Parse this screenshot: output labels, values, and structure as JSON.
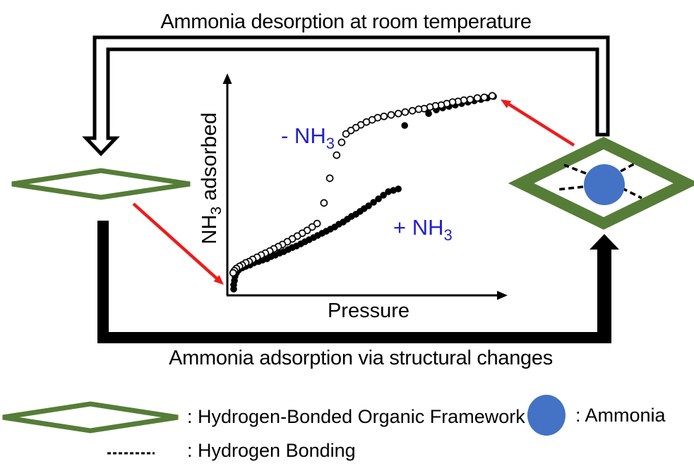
{
  "titles": {
    "top": "Ammonia desorption at room temperature",
    "bottom": "Ammonia adsorption via structural changes"
  },
  "chart": {
    "y_axis_label": {
      "pre": "NH",
      "sub": "3",
      "post": " adsorbed"
    },
    "x_axis_label": "Pressure",
    "series_labels": {
      "desorption": {
        "pre": "- NH",
        "sub": "3"
      },
      "adsorption": {
        "pre": "+ NH",
        "sub": "3"
      }
    }
  },
  "chart_data": {
    "type": "scatter",
    "title": "",
    "xlabel": "Pressure",
    "ylabel": "NH3 adsorbed",
    "axis_style": "qualitative arrow axes, no ticks, no gridlines",
    "xlim": [
      0,
      1
    ],
    "ylim": [
      0,
      1
    ],
    "series": [
      {
        "id": "adsorption",
        "name": "+ NH3 (adsorption, filled circles)",
        "marker": "filled",
        "points": [
          [
            0.023,
            0.029
          ],
          [
            0.023,
            0.049
          ],
          [
            0.026,
            0.068
          ],
          [
            0.028,
            0.088
          ],
          [
            0.033,
            0.104
          ],
          [
            0.041,
            0.117
          ],
          [
            0.054,
            0.127
          ],
          [
            0.067,
            0.134
          ],
          [
            0.082,
            0.14
          ],
          [
            0.097,
            0.15
          ],
          [
            0.113,
            0.156
          ],
          [
            0.128,
            0.163
          ],
          [
            0.144,
            0.169
          ],
          [
            0.159,
            0.179
          ],
          [
            0.174,
            0.186
          ],
          [
            0.19,
            0.195
          ],
          [
            0.205,
            0.202
          ],
          [
            0.221,
            0.212
          ],
          [
            0.236,
            0.221
          ],
          [
            0.251,
            0.228
          ],
          [
            0.267,
            0.238
          ],
          [
            0.282,
            0.248
          ],
          [
            0.297,
            0.257
          ],
          [
            0.313,
            0.267
          ],
          [
            0.328,
            0.277
          ],
          [
            0.344,
            0.287
          ],
          [
            0.359,
            0.296
          ],
          [
            0.374,
            0.306
          ],
          [
            0.39,
            0.316
          ],
          [
            0.405,
            0.329
          ],
          [
            0.421,
            0.339
          ],
          [
            0.436,
            0.352
          ],
          [
            0.451,
            0.365
          ],
          [
            0.467,
            0.375
          ],
          [
            0.482,
            0.388
          ],
          [
            0.497,
            0.401
          ],
          [
            0.513,
            0.414
          ],
          [
            0.531,
            0.43
          ],
          [
            0.549,
            0.446
          ],
          [
            0.567,
            0.463
          ],
          [
            0.585,
            0.479
          ],
          [
            0.603,
            0.485
          ],
          [
            0.621,
            0.492
          ],
          [
            0.644,
            0.785
          ],
          [
            0.731,
            0.84
          ],
          [
            0.759,
            0.857
          ],
          [
            0.782,
            0.866
          ],
          [
            0.805,
            0.873
          ],
          [
            0.828,
            0.879
          ],
          [
            0.851,
            0.886
          ],
          [
            0.874,
            0.893
          ],
          [
            0.897,
            0.899
          ],
          [
            0.921,
            0.905
          ],
          [
            0.944,
            0.912
          ],
          [
            0.967,
            0.919
          ]
        ]
      },
      {
        "id": "desorption",
        "name": "- NH3 (desorption, open circles)",
        "marker": "open",
        "points": [
          [
            0.962,
            0.922
          ],
          [
            0.933,
            0.915
          ],
          [
            0.908,
            0.912
          ],
          [
            0.882,
            0.905
          ],
          [
            0.859,
            0.902
          ],
          [
            0.838,
            0.896
          ],
          [
            0.818,
            0.893
          ],
          [
            0.797,
            0.886
          ],
          [
            0.777,
            0.879
          ],
          [
            0.756,
            0.876
          ],
          [
            0.736,
            0.87
          ],
          [
            0.715,
            0.863
          ],
          [
            0.695,
            0.86
          ],
          [
            0.672,
            0.853
          ],
          [
            0.646,
            0.847
          ],
          [
            0.621,
            0.84
          ],
          [
            0.595,
            0.834
          ],
          [
            0.569,
            0.827
          ],
          [
            0.546,
            0.821
          ],
          [
            0.526,
            0.811
          ],
          [
            0.505,
            0.801
          ],
          [
            0.485,
            0.788
          ],
          [
            0.467,
            0.775
          ],
          [
            0.449,
            0.762
          ],
          [
            0.431,
            0.746
          ],
          [
            0.415,
            0.707
          ],
          [
            0.397,
            0.648
          ],
          [
            0.372,
            0.541
          ],
          [
            0.351,
            0.427
          ],
          [
            0.326,
            0.332
          ],
          [
            0.308,
            0.316
          ],
          [
            0.29,
            0.3
          ],
          [
            0.272,
            0.287
          ],
          [
            0.254,
            0.274
          ],
          [
            0.236,
            0.261
          ],
          [
            0.218,
            0.248
          ],
          [
            0.2,
            0.235
          ],
          [
            0.185,
            0.225
          ],
          [
            0.169,
            0.215
          ],
          [
            0.154,
            0.205
          ],
          [
            0.138,
            0.195
          ],
          [
            0.123,
            0.186
          ],
          [
            0.108,
            0.176
          ],
          [
            0.092,
            0.166
          ],
          [
            0.079,
            0.156
          ],
          [
            0.067,
            0.15
          ],
          [
            0.054,
            0.14
          ],
          [
            0.044,
            0.134
          ],
          [
            0.033,
            0.124
          ],
          [
            0.026,
            0.114
          ],
          [
            0.021,
            0.104
          ]
        ]
      }
    ],
    "legend_position": "in-plot text labels"
  },
  "legend": {
    "framework": {
      "symbol": "green-diamond-outline",
      "label": ": Hydrogen-Bonded Organic Framework"
    },
    "ammonia": {
      "symbol": "blue-circle",
      "label": ": Ammonia"
    },
    "hbond": {
      "symbol": "black-dashed-line",
      "label": ": Hydrogen Bonding"
    }
  },
  "colors": {
    "green": "#557D37",
    "blue": "#4472C4",
    "red": "#ED1C1C",
    "label_blue": "#2222CC",
    "black": "#000000"
  }
}
